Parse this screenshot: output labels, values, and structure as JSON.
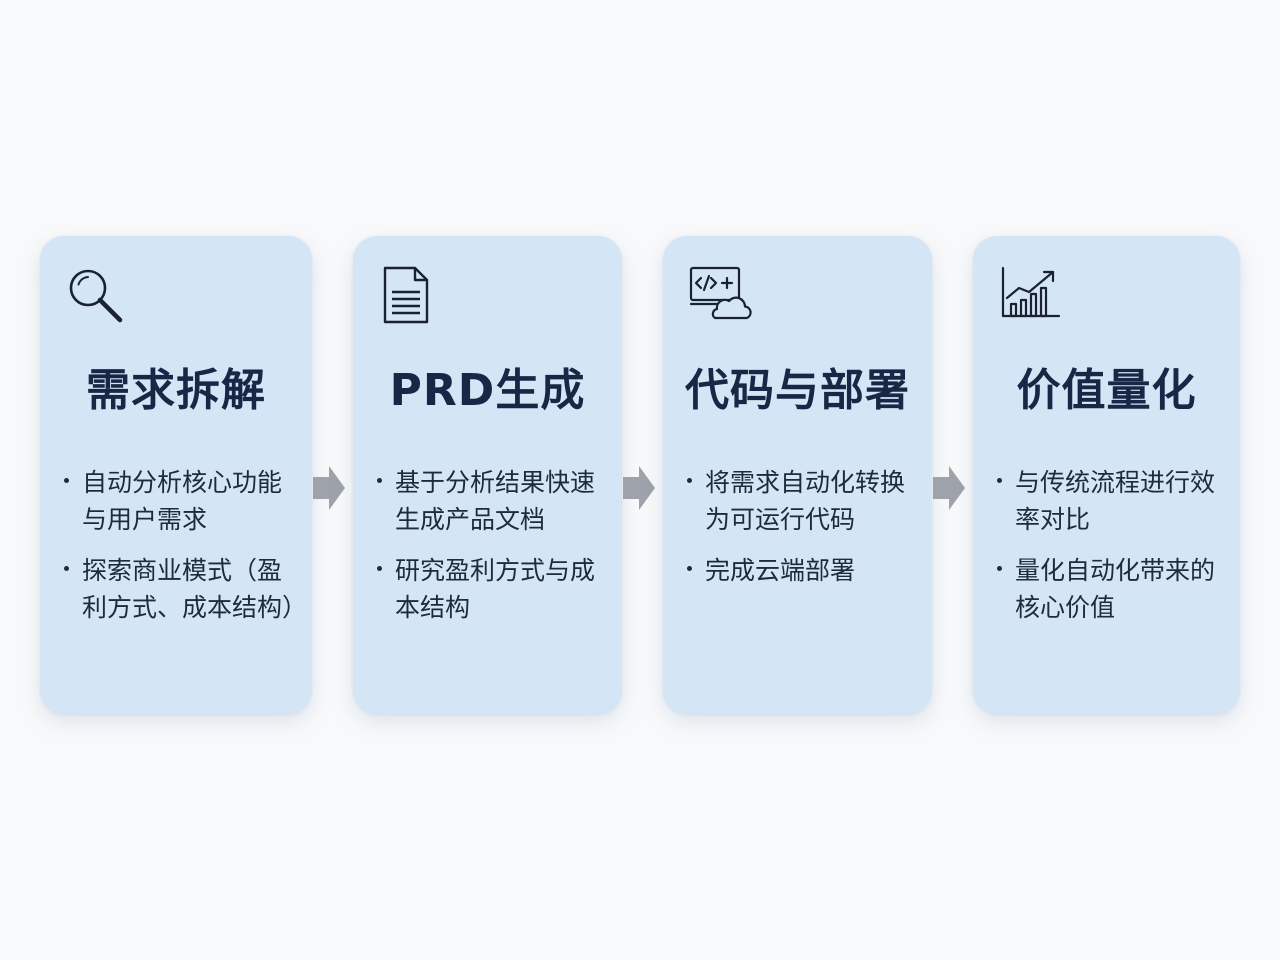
{
  "colors": {
    "card_background": "#d4e5f6",
    "title_text": "#162846",
    "body_text": "#1f2a3a",
    "arrow": "#9ea3ab",
    "page_background": "#f8f9fa"
  },
  "steps": [
    {
      "icon": "magnifier-icon",
      "title": "需求拆解",
      "bullets": [
        "自动分析核心功能与用户需求",
        "探索商业模式（盈利方式、成本结构）"
      ]
    },
    {
      "icon": "document-icon",
      "title": "PRD生成",
      "bullets": [
        "基于分析结果快速生成产品文档",
        "研究盈利方式与成本结构"
      ]
    },
    {
      "icon": "code-cloud-icon",
      "title": "代码与部署",
      "bullets": [
        "将需求自动化转换为可运行代码",
        "完成云端部署"
      ]
    },
    {
      "icon": "growth-chart-icon",
      "title": "价值量化",
      "bullets": [
        "与传统流程进行效率对比",
        "量化自动化带来的核心价值"
      ]
    }
  ],
  "connectors": [
    {
      "icon": "arrow-right-icon"
    },
    {
      "icon": "arrow-right-icon"
    },
    {
      "icon": "arrow-right-icon"
    }
  ]
}
